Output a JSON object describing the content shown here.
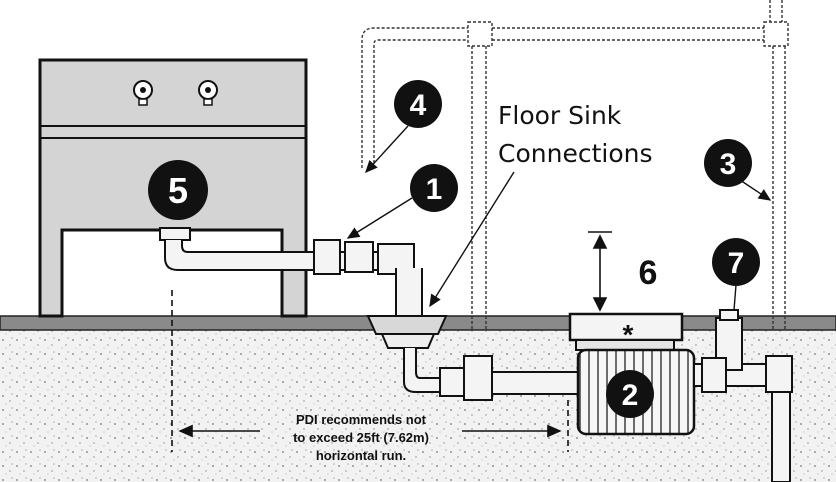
{
  "callout": {
    "line1": "Floor Sink",
    "line2": "Connections"
  },
  "note": {
    "line1": "PDI recommends not",
    "line2": "to exceed 25ft (7.62m)",
    "line3": "horizontal run."
  },
  "markers": {
    "m1": "1",
    "m2": "2",
    "m3": "3",
    "m4": "4",
    "m5": "5",
    "m6": "6",
    "m7": "7",
    "asterisk": "*"
  },
  "colors": {
    "ink": "#111111",
    "soil": "#efefef",
    "floor": "#8a8a8a",
    "equipment": "#d4d4d4",
    "pipe": "#f4f4f4"
  }
}
